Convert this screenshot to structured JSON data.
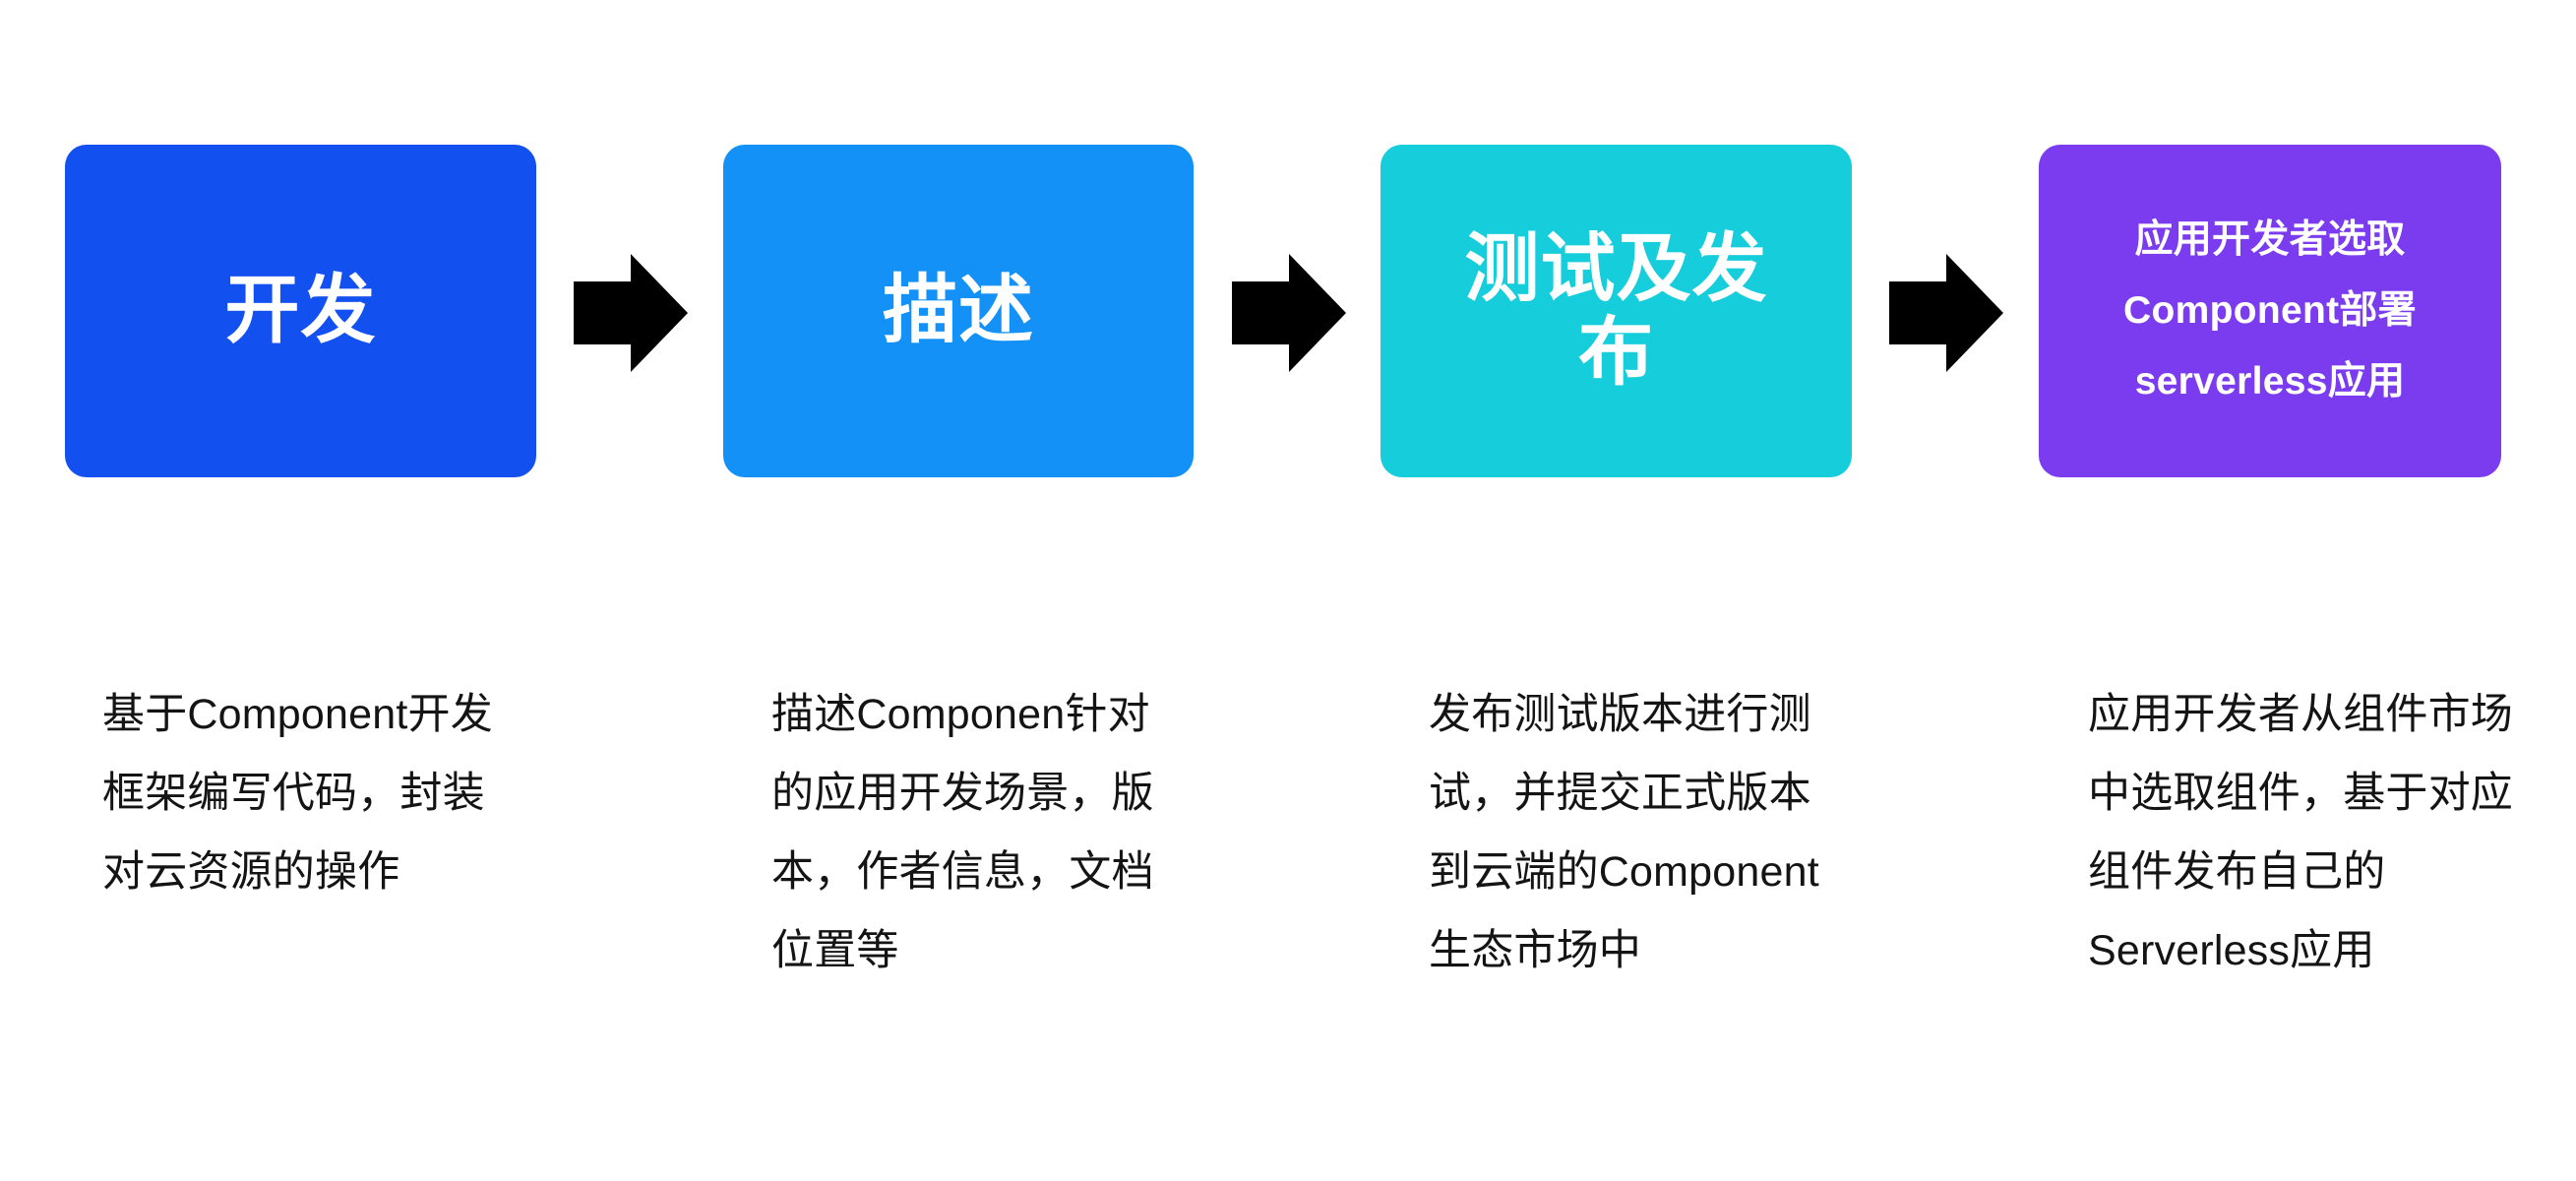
{
  "diagram": {
    "type": "horizontal-process-flow",
    "background_color": "#ffffff",
    "arrow_color": "#000000",
    "arrow_icon_name": "right-block-arrow-icon",
    "steps": [
      {
        "id": "step-1",
        "box_label": "开发",
        "box_color": "#1350F0",
        "box_text_color": "#ffffff",
        "caption": "基于Component开发框架编写代码，封装对云资源的操作"
      },
      {
        "id": "step-2",
        "box_label": "描述",
        "box_color": "#1491F6",
        "box_text_color": "#ffffff",
        "caption": "描述Componen针对的应用开发场景，版本，作者信息，文档位置等"
      },
      {
        "id": "step-3",
        "box_label": "测试及发布",
        "box_color": "#16CDDC",
        "box_text_color": "#ffffff",
        "caption": "发布测试版本进行测试，并提交正式版本到云端的Component生态市场中"
      },
      {
        "id": "step-4",
        "box_label": "应用开发者选取Component部署serverless应用",
        "box_color": "#7B3CEF",
        "box_text_color": "#ffffff",
        "caption": "应用开发者从组件市场中选取组件，基于对应组件发布自己的Serverless应用"
      }
    ],
    "connectors": [
      {
        "id": "arrow-1",
        "from": "step-1",
        "to": "step-2",
        "glyph": "▶"
      },
      {
        "id": "arrow-2",
        "from": "step-2",
        "to": "step-3",
        "glyph": "▶"
      },
      {
        "id": "arrow-3",
        "from": "step-3",
        "to": "step-4",
        "glyph": "▶"
      }
    ]
  }
}
